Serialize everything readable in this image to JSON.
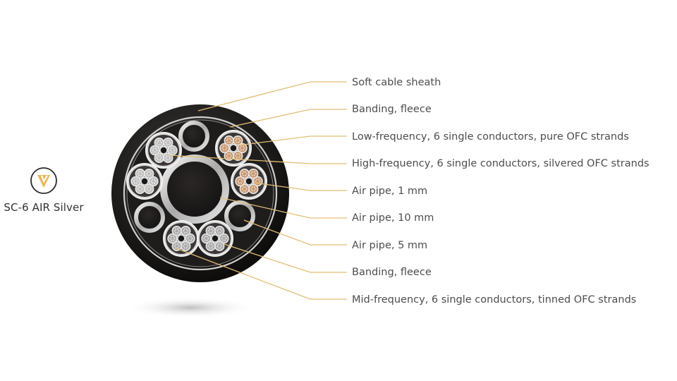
{
  "brand": {
    "name": "SC-6 AIR Silver",
    "logo_icon": "v-shield-logo-icon",
    "logo_color": "#e7b75a"
  },
  "colors": {
    "leader_line": "#e3bd74",
    "sheath": "#1c1a19",
    "air_pipe_ring": "#cfcfcf",
    "copper_strand": "#c8946a",
    "silver_strand": "#bdbdbd"
  },
  "labels": [
    {
      "text": "Soft cable sheath"
    },
    {
      "text": "Banding, fleece"
    },
    {
      "text": "Low-frequency, 6 single conductors, pure OFC strands"
    },
    {
      "text": "High-frequency, 6 single conductors, silvered OFC strands"
    },
    {
      "text": "Air pipe, 1 mm"
    },
    {
      "text": "Air pipe, 10 mm"
    },
    {
      "text": "Air pipe, 5 mm"
    },
    {
      "text": "Banding, fleece"
    },
    {
      "text": "Mid-frequency, 6 single conductors, tinned OFC strands"
    }
  ]
}
